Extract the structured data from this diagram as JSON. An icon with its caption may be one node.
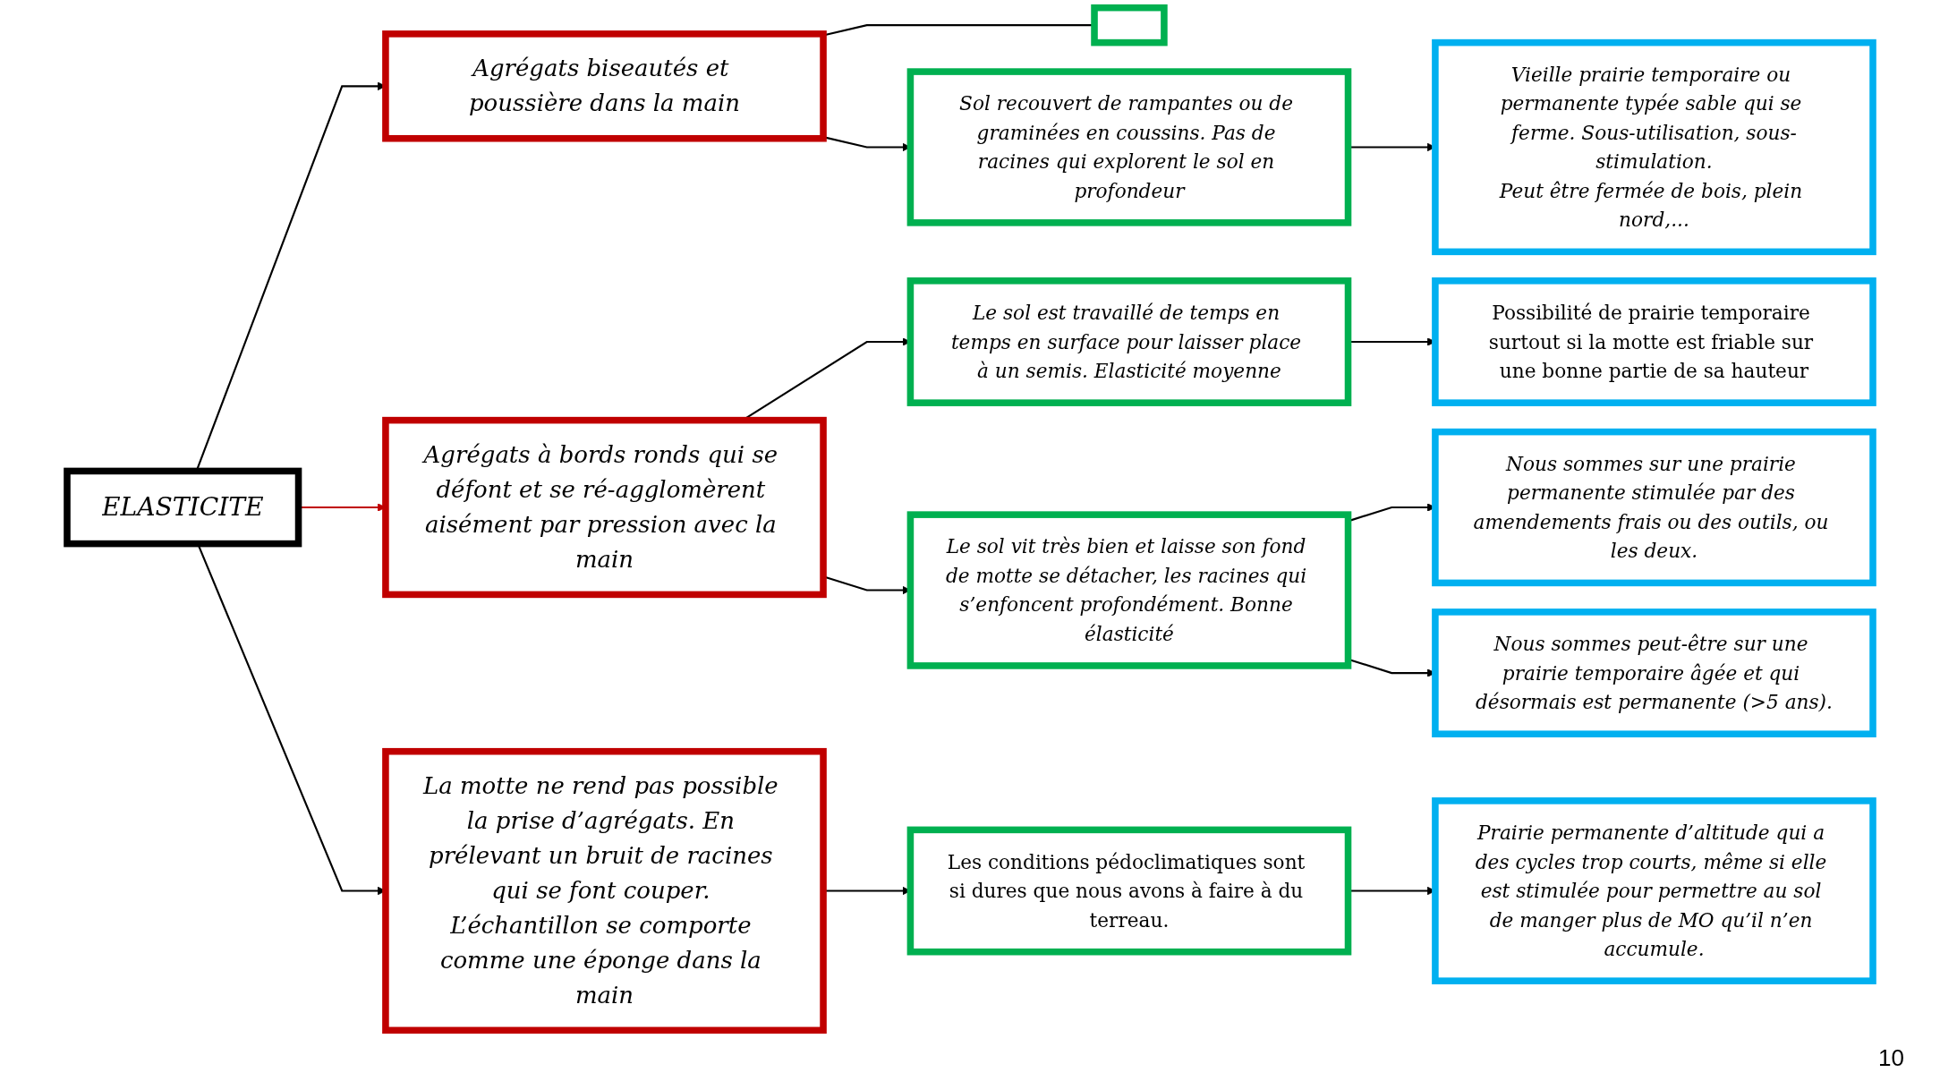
{
  "diagram": {
    "nodes": [
      {
        "text": [
          "ELASTICITE"
        ]
      },
      {
        "text": [
          "Agrégats biseautés et poussière dans la main"
        ]
      },
      {
        "text": [
          "Agrégats à bords ronds qui se défont et se ré-agglomèrent aisément par pression avec la main"
        ]
      },
      {
        "text": [
          "La motte ne rend pas possible la prise d’agrégats. En prélevant un bruit de racines qui se font couper. L’échantillon se comporte comme une éponge dans la main"
        ]
      },
      {
        "text": [],
        "shape": "box"
      },
      {
        "text": [
          "Sol recouvert de rampantes ou de graminées en coussins. Pas de racines qui explorent le sol en profondeur"
        ]
      },
      {
        "text": [
          "Le sol est travaillé de temps en temps en surface pour laisser place à un semis. Elasticité moyenne"
        ]
      },
      {
        "text": [
          "Le sol vit très bien et laisse son fond de motte se détacher, les racines qui s’enfoncent profondément. Bonne élasticité"
        ]
      },
      {
        "text": [
          "Les conditions pédoclimatiques sont si dures que nous avons à faire à du terreau."
        ]
      },
      {
        "text": [
          "Vieille prairie temporaire ou permanente typée sable qui se ferme. Sous-utilisation, sous-stimulation.",
          "Peut être fermée de bois, plein nord,..."
        ]
      },
      {
        "text": [
          "Possibilité de prairie temporaire surtout si la motte est friable sur une bonne partie de sa hauteur"
        ]
      },
      {
        "text": [
          "Nous sommes sur une prairie permanente stimulée par des amendements frais ou des outils, ou les deux."
        ]
      },
      {
        "text": [
          "Nous sommes peut-être sur une prairie temporaire âgée et qui désormais est permanente (>5 ans)."
        ]
      },
      {
        "text": [
          "Prairie permanente d’altitude qui a des cycles trop courts, même si elle est stimulée pour permettre au sol de manger plus de MO qu’il n’en accumule."
        ]
      }
    ],
    "edges": [
      {
        "from": 0,
        "to": 1,
        "arrow": "to"
      },
      {
        "from": 0,
        "to": 2,
        "arrow": "to",
        "color": "#c00000"
      },
      {
        "from": 0,
        "to": 3,
        "arrow": "to"
      },
      {
        "from": 1,
        "to": 4,
        "arrow": "none"
      },
      {
        "from": 1,
        "to": 5,
        "arrow": "to"
      },
      {
        "from": 2,
        "to": 6,
        "arrow": "to"
      },
      {
        "from": 2,
        "to": 7,
        "arrow": "to"
      },
      {
        "from": 3,
        "to": 8,
        "arrow": "to"
      },
      {
        "from": 5,
        "to": 9,
        "arrow": "to"
      },
      {
        "from": 6,
        "to": 10,
        "arrow": "to"
      },
      {
        "from": 7,
        "to": 11,
        "arrow": "to"
      },
      {
        "from": 7,
        "to": 12,
        "arrow": "to"
      },
      {
        "from": 8,
        "to": 13,
        "arrow": "to"
      }
    ],
    "labels": [
      "10"
    ]
  }
}
